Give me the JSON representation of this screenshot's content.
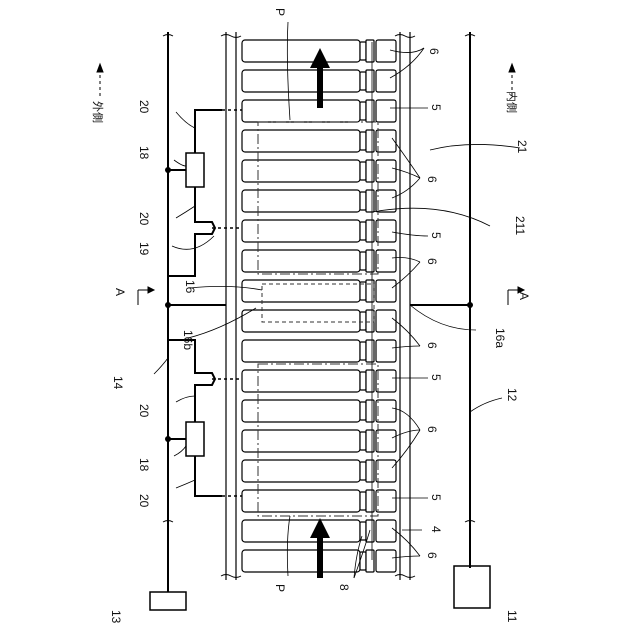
{
  "diagram": {
    "labels": {
      "outer_side": "外側",
      "inner_side": "内側",
      "ref_6": "6",
      "ref_5": "5",
      "ref_4": "4",
      "ref_8": "8",
      "ref_11": "11",
      "ref_12": "12",
      "ref_13": "13",
      "ref_14": "14",
      "ref_16": "16",
      "ref_16a": "16a",
      "ref_16b": "16b",
      "ref_18": "18",
      "ref_19": "19",
      "ref_20": "20",
      "ref_21": "21",
      "ref_211": "211",
      "ref_P": "P",
      "section_A": "A"
    }
  }
}
